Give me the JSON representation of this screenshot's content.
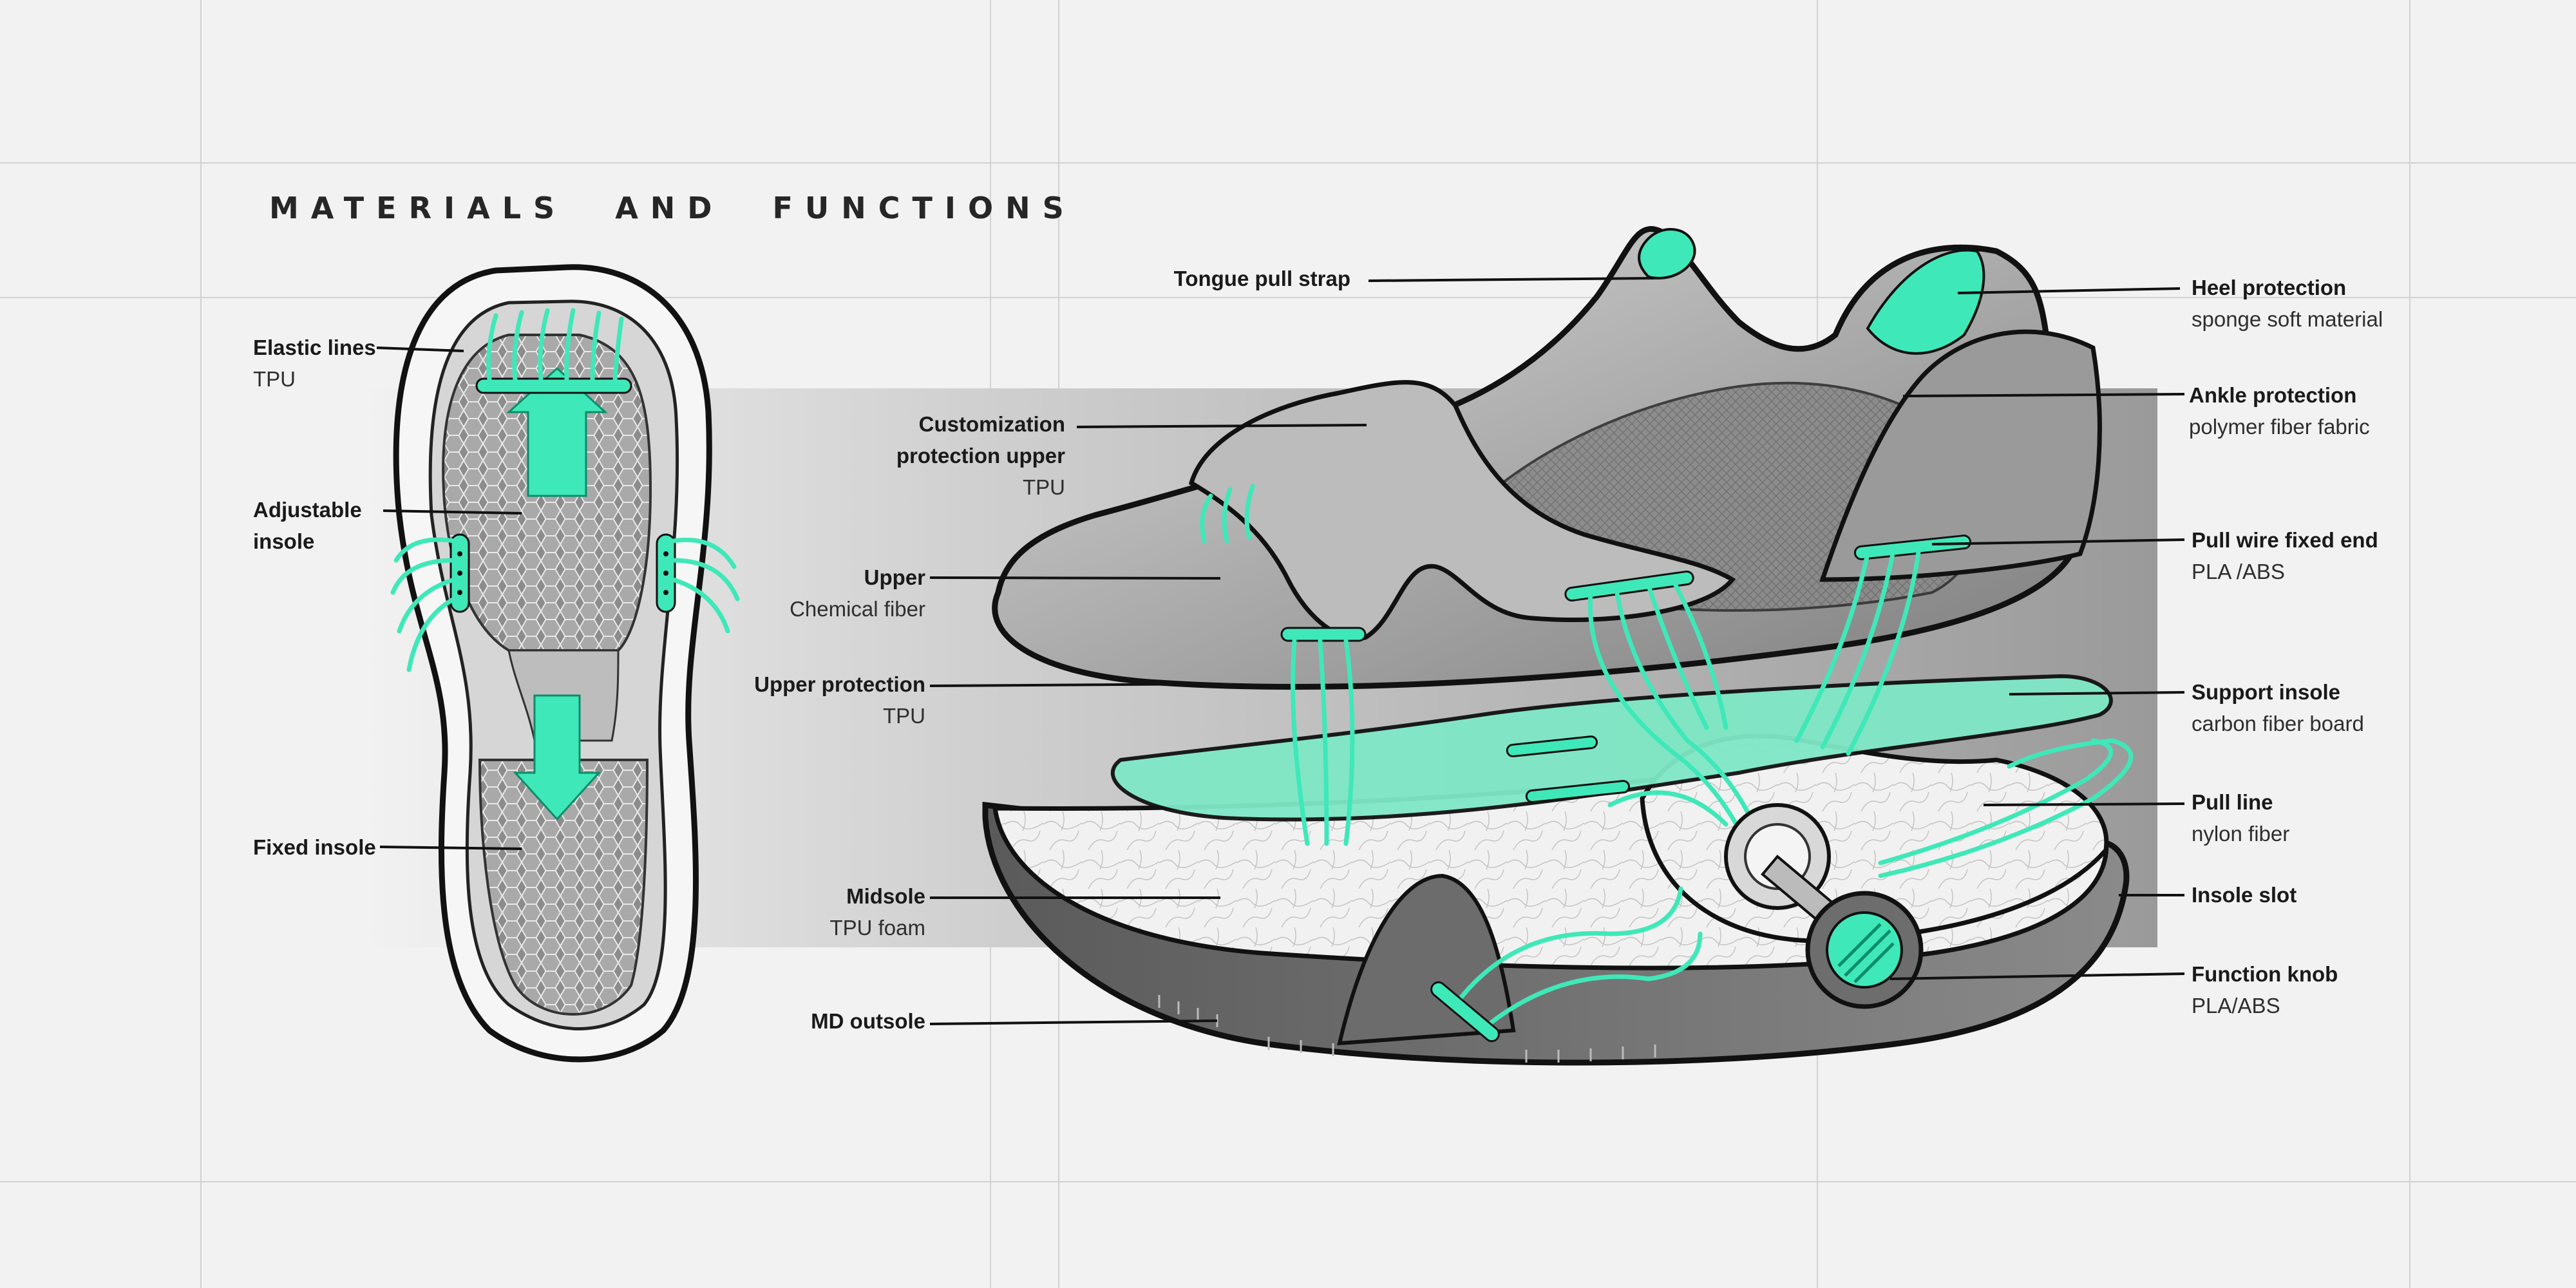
{
  "title": "MATERIALS AND FUNCTIONS",
  "colors": {
    "accent": "#3fe8b8",
    "background": "#f2f2f2",
    "panel": "#c8c8c8",
    "outline": "#111111",
    "text": "#1a1a1a"
  },
  "callouts": {
    "elastic_lines": {
      "name": "Elastic lines",
      "material": "TPU"
    },
    "adjustable_insole": {
      "name": "Adjustable insole"
    },
    "fixed_insole": {
      "name": "Fixed insole"
    },
    "tongue_pull_strap": {
      "name": "Tongue pull strap"
    },
    "customization_upper": {
      "name": "Customization protection upper",
      "material": "TPU"
    },
    "upper": {
      "name": "Upper",
      "material": "Chemical fiber"
    },
    "upper_protection": {
      "name": "Upper protection",
      "material": "TPU"
    },
    "midsole": {
      "name": "Midsole",
      "material": "TPU foam"
    },
    "md_outsole": {
      "name": "MD outsole"
    },
    "heel_protection": {
      "name": "Heel protection",
      "material": "sponge soft material"
    },
    "ankle_protection": {
      "name": "Ankle protection",
      "material": "polymer fiber fabric"
    },
    "pull_wire_fixed_end": {
      "name": "Pull wire fixed end",
      "material": "PLA /ABS"
    },
    "support_insole": {
      "name": "Support insole",
      "material": "carbon fiber board"
    },
    "pull_line": {
      "name": "Pull line",
      "material": "nylon fiber"
    },
    "insole_slot": {
      "name": "Insole slot"
    },
    "function_knob": {
      "name": "Function knob",
      "material": "PLA/ABS"
    }
  }
}
